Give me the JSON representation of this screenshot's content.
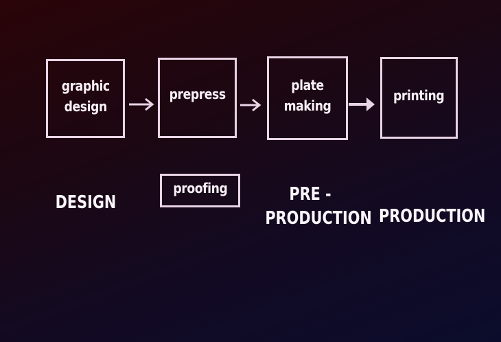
{
  "steps": [
    {
      "label": "graphic\ndesign"
    },
    {
      "label": "prepress"
    },
    {
      "label": "plate\nmaking"
    },
    {
      "label": "printing"
    }
  ],
  "sub_step": {
    "label": "proofing"
  },
  "phases": [
    {
      "label": "DESIGN"
    },
    {
      "label": "PRE -\nPRODUCTION"
    },
    {
      "label": "PRODUCTION"
    }
  ],
  "colors": {
    "box_border": "#e9d4e6",
    "arrow": "#e9d4e6",
    "text": "#f8f0f6",
    "background_top_left": "#2a0408",
    "background_bottom_right": "#0b0c2c"
  }
}
